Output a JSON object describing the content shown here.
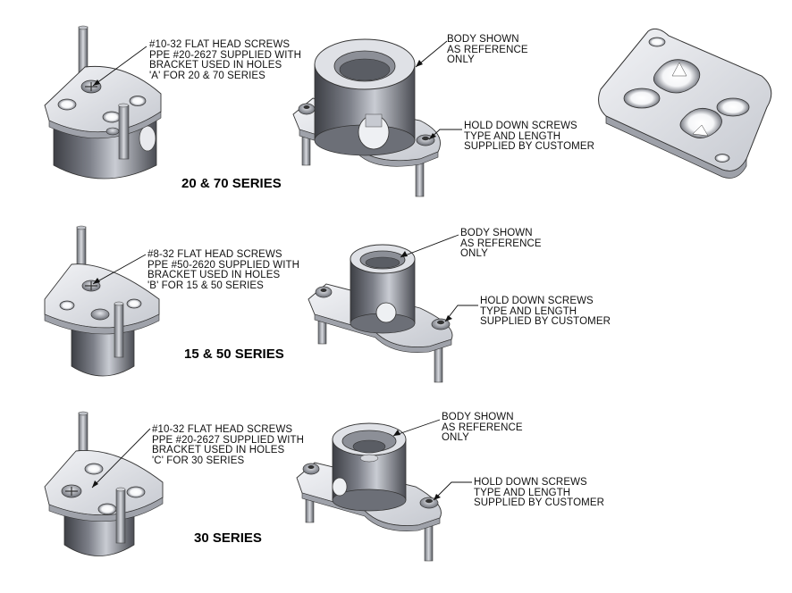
{
  "rows": [
    {
      "series_title": "20 & 70 SERIES",
      "screw_note": [
        "#10-32 FLAT HEAD SCREWS",
        "PPE #20-2627 SUPPLIED WITH",
        "BRACKET USED IN HOLES",
        "'A' FOR 20 & 70 SERIES"
      ],
      "body_note": [
        "BODY SHOWN",
        "AS REFERENCE",
        "ONLY"
      ],
      "hold_note": [
        "HOLD DOWN SCREWS",
        "TYPE AND LENGTH",
        "SUPPLIED BY CUSTOMER"
      ]
    },
    {
      "series_title": "15 & 50 SERIES",
      "screw_note": [
        "#8-32 FLAT HEAD SCREWS",
        "PPE #50-2620 SUPPLIED WITH",
        "BRACKET USED IN HOLES",
        "'B' FOR 15 & 50 SERIES"
      ],
      "body_note": [
        "BODY SHOWN",
        "AS REFERENCE",
        "ONLY"
      ],
      "hold_note": [
        "HOLD DOWN SCREWS",
        "TYPE AND  LENGTH",
        "SUPPLIED BY CUSTOMER"
      ]
    },
    {
      "series_title": "30 SERIES",
      "screw_note": [
        "#10-32 FLAT HEAD SCREWS",
        "PPE #20-2627 SUPPLIED WITH",
        "BRACKET USED IN HOLES",
        "'C' FOR 30 SERIES"
      ],
      "body_note": [
        "BODY SHOWN",
        "AS REFERENCE",
        "ONLY"
      ],
      "hold_note": [
        "HOLD DOWN SCREWS",
        "TYPE AND LENGTH",
        "SUPPLIED BY CUSTOMER"
      ]
    }
  ],
  "colors": {
    "metal_light": "#e4e6eb",
    "metal_mid": "#b9bcc4",
    "metal_dark": "#5b5e66",
    "ink": "#111111"
  }
}
